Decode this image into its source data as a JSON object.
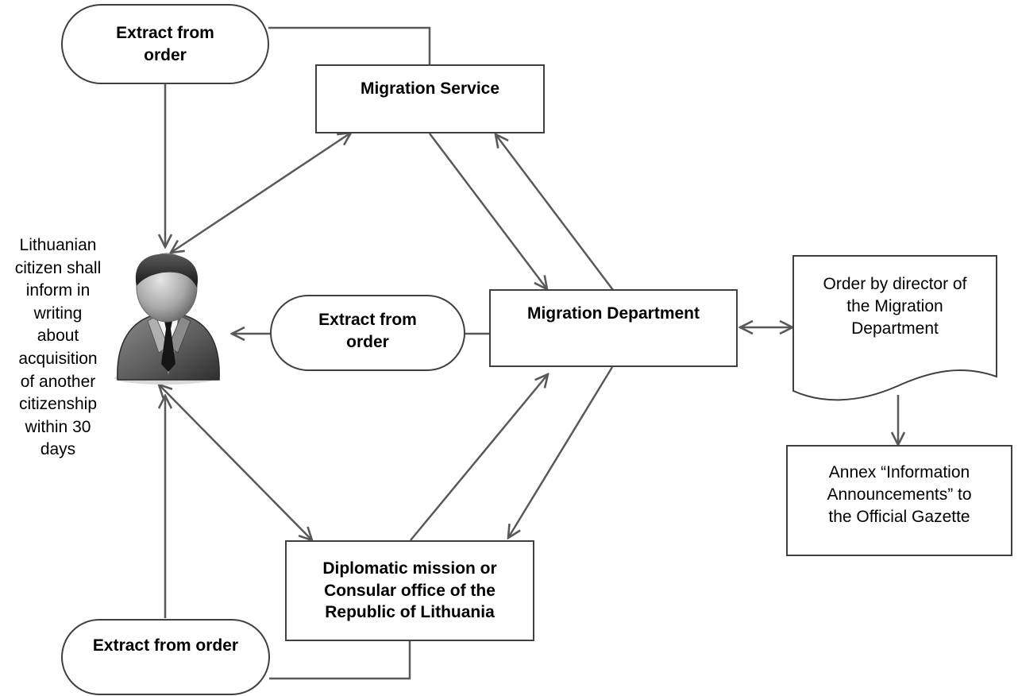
{
  "diagram": {
    "nodes": {
      "extract_top": {
        "label": "Extract from\norder"
      },
      "migration_service": {
        "label": "Migration Service"
      },
      "migration_department": {
        "label": "Migration Department"
      },
      "extract_middle": {
        "label": "Extract from\norder"
      },
      "diplomatic_mission": {
        "label": "Diplomatic mission or\nConsular office of the\nRepublic of Lithuania"
      },
      "extract_bottom": {
        "label": "Extract from order"
      },
      "order_document": {
        "label": "Order by director of\nthe Migration\nDepartment"
      },
      "annex": {
        "label": "Annex “Information\nAnnouncements” to\nthe Official Gazette"
      },
      "citizen_note": {
        "label": "Lithuanian\ncitizen shall\ninform in\nwriting\nabout\nacquisition\nof another\ncitizenship\nwithin 30\ndays"
      }
    },
    "citizen_icon": "person-in-suit-icon",
    "colors": {
      "box_stroke": "#404040",
      "connector": "#595959"
    }
  }
}
